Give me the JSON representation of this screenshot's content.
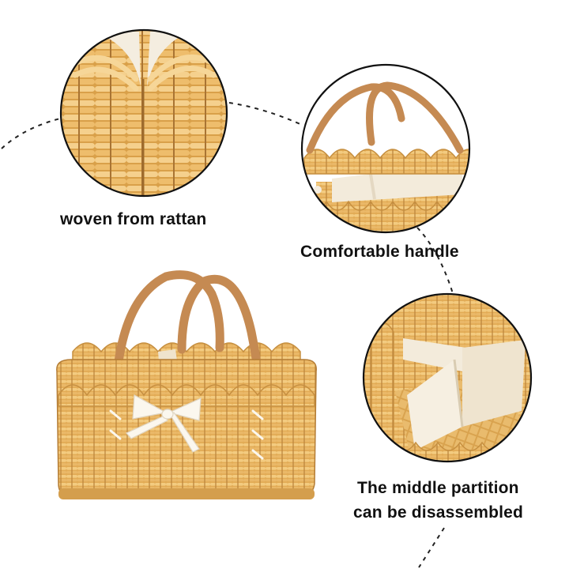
{
  "captions": {
    "woven": "woven from rattan",
    "handle": "Comfortable handle",
    "partition_line1": "The middle partition",
    "partition_line2": "can be disassembled"
  },
  "colors": {
    "rattan_light": "#f1c77a",
    "rattan_mid": "#e2ab55",
    "rattan_dark": "#b9823a",
    "leather": "#c58a52",
    "liner": "#f3ebdb",
    "ribbon": "#fbf7ee",
    "callout_border": "#111111"
  }
}
